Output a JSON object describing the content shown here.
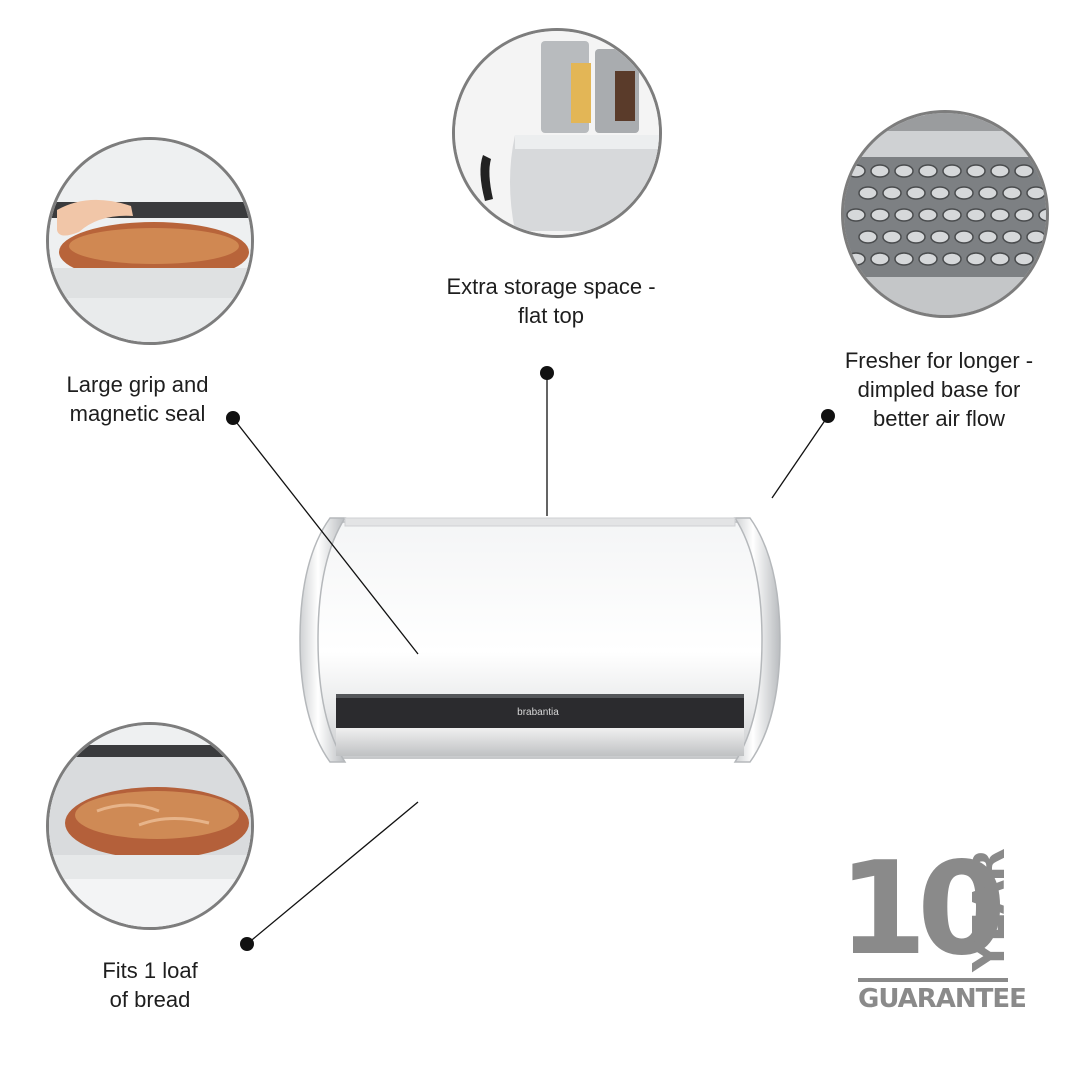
{
  "features": [
    {
      "id": "grip",
      "caption": "Large grip and\nmagnetic seal"
    },
    {
      "id": "storage",
      "caption": "Extra storage space -\nflat top"
    },
    {
      "id": "fresh",
      "caption": "Fresher for longer -\ndimpled base for\nbetter air flow"
    },
    {
      "id": "loaf",
      "caption": "Fits 1 loaf\nof bread"
    }
  ],
  "product": {
    "brand": "brabantia"
  },
  "badge": {
    "number": "10",
    "year": "YEAR",
    "guarantee": "GUARANTEE"
  },
  "colors": {
    "badge_gray": "#8a8a8a",
    "circle_border": "#7d7d7d",
    "handle_dark": "#2b2b2e"
  }
}
